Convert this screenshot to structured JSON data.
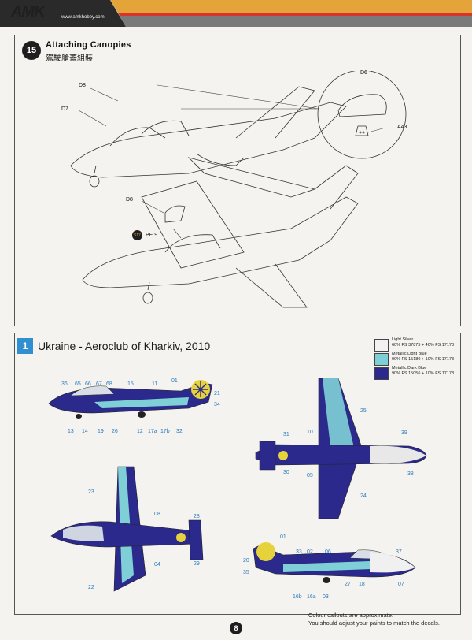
{
  "header": {
    "brand": "AMK",
    "url": "www.amkhobby.com"
  },
  "step": {
    "number": "15",
    "title": "Attaching Canopies",
    "subtitle": "駕駛艙蓋組裝",
    "callouts": {
      "d8_a": "D8",
      "d7": "D7",
      "d6": "D6",
      "a43": "A43",
      "d8_b": "D8",
      "pe_badge": "S17",
      "pe": "PE 9"
    }
  },
  "section": {
    "number": "1",
    "title": "Ukraine - Aeroclub of Kharkiv, 2010"
  },
  "legend": [
    {
      "name": "Light Silver",
      "formula": "60% FS 37875 + 40% FS 17178",
      "color": "#f2f2f2"
    },
    {
      "name": "Metallic Light Blue",
      "formula": "90% FS 15180 + 10% FS 17178",
      "color": "#7fd0d6"
    },
    {
      "name": "Metallic Dark Blue",
      "formula": "90% FS 15056 + 10% FS 17178",
      "color": "#2b2a8c"
    }
  ],
  "views": {
    "side_left": {
      "top": [
        "36",
        "65",
        "66",
        "67",
        "68",
        "15",
        "11",
        "01",
        "21",
        "34"
      ],
      "bottom": [
        "13",
        "14",
        "19",
        "26",
        "12",
        "17a",
        "17b",
        "32"
      ]
    },
    "top": {
      "labels": [
        "23",
        "08",
        "28",
        "04",
        "29",
        "22"
      ]
    },
    "bottom": {
      "labels": [
        "25",
        "10",
        "31",
        "30",
        "05",
        "24",
        "39",
        "38"
      ]
    },
    "side_right": {
      "top": [
        "01",
        "33",
        "02",
        "06",
        "37"
      ],
      "left": [
        "20",
        "35"
      ],
      "bottom": [
        "16b",
        "16a",
        "03",
        "27",
        "18",
        "07"
      ]
    }
  },
  "notes": {
    "line1": "Colour callouts are approximate.",
    "line2": "You should adjust your paints to match the decals."
  },
  "page": {
    "number": "8"
  }
}
